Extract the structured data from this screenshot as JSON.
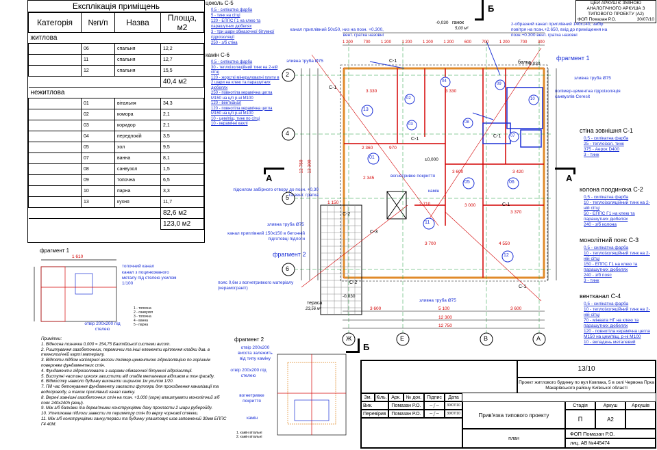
{
  "explication": {
    "title": "Експлікація приміщень",
    "headers": [
      "Категорія",
      "№п/п",
      "Назва",
      "Площа, м2"
    ],
    "groups": [
      {
        "name": "житлова",
        "rows": [
          {
            "num": "06",
            "name": "спальня",
            "area": "12,2"
          },
          {
            "num": "11",
            "name": "спальня",
            "area": "12,7"
          },
          {
            "num": "12",
            "name": "спальня",
            "area": "15,5"
          }
        ],
        "total": "40,4 м2"
      },
      {
        "name": "нежитлова",
        "rows": [
          {
            "num": "01",
            "name": "вітальня",
            "area": "34,3"
          },
          {
            "num": "02",
            "name": "комора",
            "area": "2,1"
          },
          {
            "num": "03",
            "name": "коридор",
            "area": "2,1"
          },
          {
            "num": "04",
            "name": "передпокій",
            "area": "3,5"
          },
          {
            "num": "05",
            "name": "хол",
            "area": "9,5"
          },
          {
            "num": "07",
            "name": "ванна",
            "area": "8,1"
          },
          {
            "num": "08",
            "name": "санвузол",
            "area": "1,5"
          },
          {
            "num": "09",
            "name": "топочна",
            "area": "6,5"
          },
          {
            "num": "10",
            "name": "парна",
            "area": "3,3"
          },
          {
            "num": "13",
            "name": "кухня",
            "area": "11,7"
          }
        ],
        "total": "82,6 м2"
      }
    ],
    "grand_total": "123,0 м2"
  },
  "top_note": {
    "title": "цоколь С-5",
    "lines": [
      "0,5 - силікатна фарба",
      "5 - тинк на сітці",
      "120 - ЕППС Г1 на клею та парашутних дюбелях",
      "3 - три шари обмазочної бітумної гідроізоляції",
      "250 - з/б стіна"
    ]
  },
  "wall_c6": {
    "title": "камін С-6",
    "lines": [
      "0,5 - силікатна фарба",
      "30 - теплоізоляційний тинк на 2-ній сітці",
      "120 - жорсткі мінераловатні плити в 2 шари на клею та парашутних дюбелях",
      "250 - повнотіла керамічна цегла М150 на ц/п р-ні М100",
      "120 - вентканал",
      "120 - повнотіла керамічна цегла М150 на ц/п р-ні М100",
      "10 - цем/піщ. тинк по сітці",
      "10 - керамічні кахлі"
    ]
  },
  "wall_c1": {
    "title": "стіна зовнішня С-1",
    "lines": [
      "0,5 - силікатна фарба",
      "25 - теплоізол. тинк",
      "375 - Аерок D400",
      "3 - тинк"
    ]
  },
  "wall_c2": {
    "title": "колона поодинока С-2",
    "lines": [
      "0,5 - силікатна фарба",
      "10 - теплоізоляційний тинк на 2-ній сітці",
      "50 - ЕППС Г1 на клею та парашутних дюбелях",
      "240 - з/б колона"
    ]
  },
  "wall_c3": {
    "title": "монолітний пояс С-3",
    "lines": [
      "0,5 - силікатна фарба",
      "10 - теплоізоляційний тинк на 2-ній сітці",
      "150 - ЕППС Г1 на клею та парашутних дюбелях",
      "240 - з/б пояс",
      "3 - тинк"
    ]
  },
  "wall_c4": {
    "title": "вентканал С-4",
    "lines": [
      "0,5 - силікатна фарба",
      "10 - теплоізоляційний тинк на 2-ній сітці",
      "70 - мінвата НГ на клею та парашутних дюбелях",
      "120 - повнотіла керамічна цегла М150 на цем/піщ. р-ні М100",
      "10 - вкладень металевий"
    ]
  },
  "annotations": {
    "top_right_box": [
      "ЦЕЙ АРКУШ Є ЗМІНОЮ",
      "АНАЛОГІЧНОГО АРКУША З",
      "ТИПОВОГО ПРОЕКТУ (А2)",
      "ФОП Помазан Р.О.",
      "30/07/10"
    ],
    "canal_50": "канал приплівний 50х50, низ на позн. +0.300, вент. гратка назовні",
    "ganok": "ганок",
    "ganok_area": "5,00 м²",
    "z_canal": "z-образний канал приплівний 140х140, забір повітря на позн.+2.650, вхід до приміщення на позн.+0.300 вент. гратка назовні",
    "fragment1_label": "фрагмент 1",
    "fragment2_label": "фрагмент 2",
    "zlyvna_truba_1": "зливна труба Ø75",
    "zlyvna_truba_2": "зливна труба Ø75",
    "zlyvna_truba_3": "зливна труба Ø75",
    "zlyvna_truba_4": "зливна труба Ø75",
    "polymer": "полімер-цементна гідроізоляція санвузлів Ceresit",
    "pidsyl": "підсилом забірного отвору до позн. +0,30 та вент. гратка",
    "canal_150": "канал приплівний 150х150 в бетонній підготовці підлоги",
    "poyas": "пояс 0,6м з вогнетривкого матеріалу (керамограніт)",
    "terasa": "тераса",
    "terasa_area": "23,56 м²",
    "balka": "балка",
    "vogn_pokr": "вогнетривке покриття",
    "kamin": "камін",
    "section_a": "А",
    "section_b": "Б"
  },
  "fragment1": {
    "title": "фрагмент 1",
    "dim_1610": "1 610",
    "canal_note": "топочний канал",
    "canal_detail": "канал з поцинкованого металу під стелею ухилом 1/100",
    "otvir": "отвір 200х200 під стелею",
    "legend": [
      "1 - топочна",
      "2 - санвузол",
      "3 - топочна",
      "4 - ванна",
      "5 - парна"
    ]
  },
  "notes": {
    "title": "Примітки:",
    "lines": [
      "1. Відносна позначка 0,000 = 154,75 Балтійської системи висот.",
      "2. Риштування газобетонних, перемички та інші елементи кріплення кладки див. в технологічній карті матеріалу.",
      "3. Відтяти підбом капілярної вологи полімер-цементною гідроізоляцією по горішнім поверхням фундаментних стін.",
      "4. Фундаменти гідроізолювати з шарами обмазочної бітумної гідроізоляції.",
      "5. Виступні частини цоколя захистити від опадів металевим відливом в тон фасаду.",
      "6. Відмостку навколо будинку виконати шириною 1м ухилом 1/20.",
      "7. Під час бетонування фундаменту закласти футляри для проходження каналізації та водопроводу, а також приплівний канал каміну.",
      "8. Верхні зовнішні газобетонних стін на позн. +3.000 (горе) влаштувати монолітний з/б пояс 240х240h (вінці).",
      "9. Між з/б балками та дерев'яними конструкціями даху прокласти 2 шари руберойду.",
      "10. Утеплював підлоги завести по периметру стін до верху чорнової стяжки.",
      "11. Між з/б конструкціями ганку,тераси та будинку улаштовує шов заповнений 30мм ЕППС Г4 40М."
    ]
  },
  "fragment2": {
    "title": "фрагмент 2",
    "otvir_visota": "отвір 200х200 висота залежить від типу каміну",
    "otvir_stelya": "отвір 200х200 під стелею",
    "vogn": "вогнетривке покриття",
    "kamin": "камін",
    "legend": [
      "1. камін вітальні",
      "2. камін вітальні"
    ]
  },
  "title_block": {
    "sheet_num": "13/10",
    "project": "Проект житлового будинку по вул Ковпака, 5 в селі Червона Прка Макарівського району Київської області",
    "cols": [
      "Зм.",
      "Кіль.",
      "Арк.",
      "№ док.",
      "Підпис",
      "Дата"
    ],
    "rows": [
      {
        "role": "Вик.",
        "name": "Помазан Р.О.",
        "date": "30/07/10"
      },
      {
        "role": "Перевірив",
        "name": "Помазан Р.О.",
        "date": "30/07/10"
      }
    ],
    "stage_label": "Стадія",
    "sheet_label": "Аркуш",
    "sheets_label": "Аркушів",
    "stage": "П",
    "sheet_value": "А2",
    "drawing_title": "Прив'язка типового проекту",
    "drawing_sub": "план",
    "company": "ФОП Помазан Р.О.",
    "license": "лиц. АВ №445474"
  },
  "axes": {
    "left": [
      "2",
      "4",
      "5",
      "6"
    ],
    "bottom": [
      "Ж",
      "Е",
      "В",
      "А"
    ]
  },
  "rooms": [
    "01",
    "02",
    "03",
    "04",
    "05",
    "06",
    "07",
    "08",
    "09",
    "10",
    "11",
    "12",
    "13"
  ],
  "dims": {
    "bottom_row1": [
      "3 600",
      "5 100",
      "3 600"
    ],
    "bottom_total1": "12 300",
    "bottom_total2": "12 750",
    "left_total1": "12 750",
    "left_total2": "12 300",
    "top_row": [
      "1 200",
      "700",
      "1 200",
      "1 200",
      "1 200",
      "1 200",
      "600",
      "700",
      "1 200",
      "700",
      "300"
    ],
    "interior": [
      "3 330",
      "3 420",
      "3 370",
      "3 700",
      "4 550",
      "2 710",
      "2 345",
      "2 360",
      "970",
      "3 330",
      "3 600",
      "1 150",
      "3 000"
    ]
  },
  "levels": [
    "-0,030",
    "±0,000",
    "-0,030",
    "-0,030"
  ],
  "wall_labels": [
    "С-1",
    "С-1",
    "С-1",
    "С-1",
    "С-2",
    "С-3",
    "С-2",
    "С-1",
    "С-1"
  ],
  "colors": {
    "red": "#d40000",
    "blue": "#1a2fd6",
    "black": "#000000",
    "orange": "#e08a2a",
    "green": "#1a9a3a"
  }
}
